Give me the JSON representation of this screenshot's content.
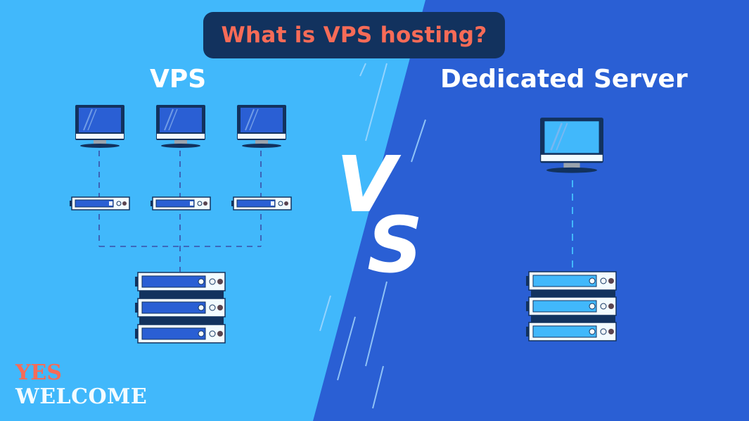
{
  "title": "What is VPS hosting?",
  "left": {
    "heading": "VPS",
    "monitors": 3,
    "vps_units": 3,
    "server_units": 3
  },
  "right": {
    "heading": "Dedicated Server",
    "monitors": 1,
    "server_units": 3
  },
  "versus": {
    "v": "V",
    "s": "S"
  },
  "logo": {
    "line1": "YES",
    "line2": "WELCOME"
  },
  "colors": {
    "left_bg": "#41b8fb",
    "right_bg": "#2a5fd4",
    "navy": "#12325e",
    "accent": "#f76b57"
  }
}
